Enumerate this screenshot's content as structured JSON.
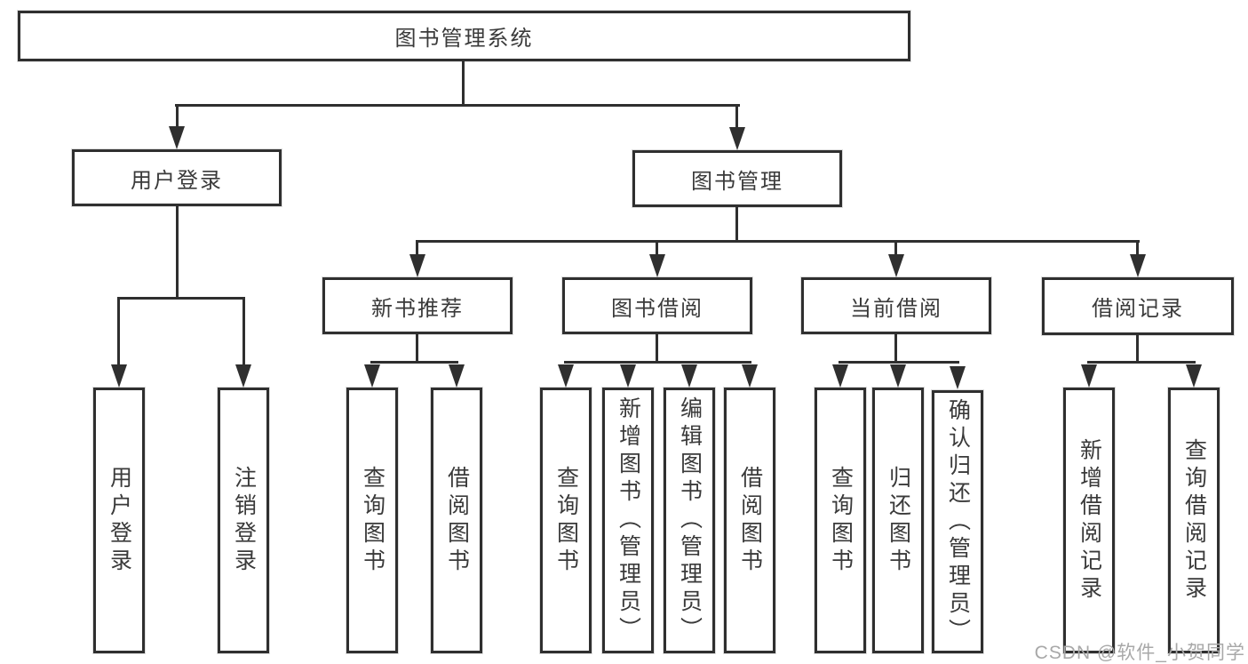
{
  "diagram": {
    "title": "图书管理系统",
    "level2": {
      "user_login": "用户登录",
      "book_management": "图书管理"
    },
    "level3": {
      "new_book_recommend": "新书推荐",
      "book_borrow": "图书借阅",
      "current_borrow": "当前借阅",
      "borrow_records": "借阅记录"
    },
    "leaves": {
      "user_login": [
        "用户登录",
        "注销登录"
      ],
      "new_book_recommend": [
        "查询图书",
        "借阅图书"
      ],
      "book_borrow": [
        "查询图书",
        "新增图书（管理员）",
        "编辑图书（管理员）",
        "借阅图书"
      ],
      "current_borrow": [
        "查询图书",
        "归还图书",
        "确认归还（管理员）"
      ],
      "borrow_records": [
        "新增借阅记录",
        "查询借阅记录"
      ]
    },
    "line_color": "#2f2f2f"
  },
  "watermark": "CSDN @软件_小贺同学"
}
